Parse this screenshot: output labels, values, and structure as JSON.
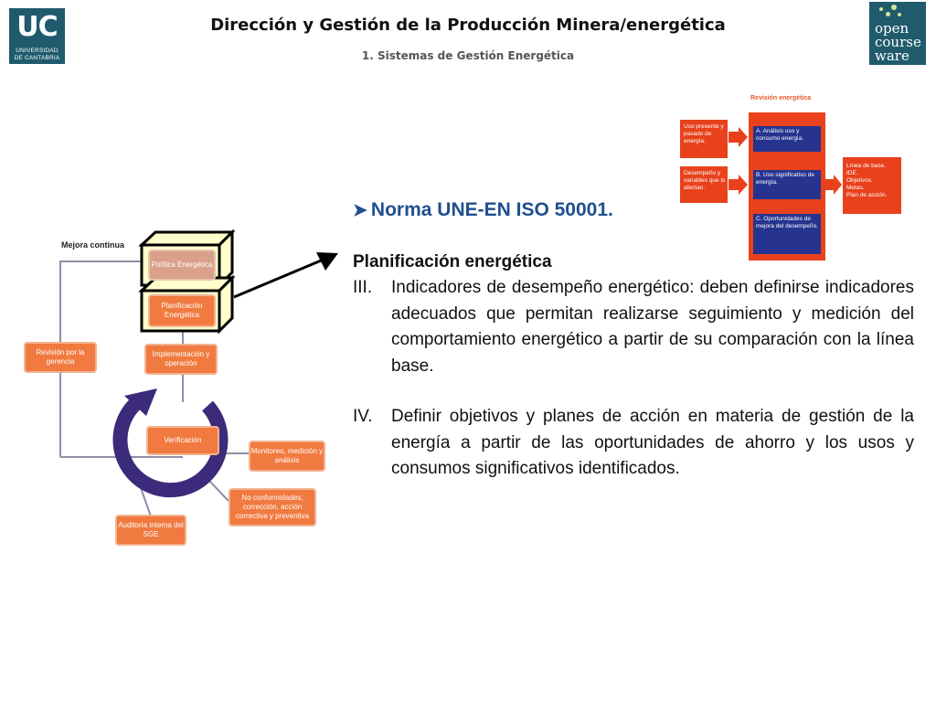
{
  "header": {
    "title": "Dirección y Gestión de la Producción Minera/energética",
    "subtitle": "1. Sistemas de Gestión Energética",
    "uc_logo": {
      "letters": "UC",
      "line1": "UNIVERSIDAD",
      "line2": "DE CANTABRIA"
    },
    "ocw_logo": {
      "line1": "open",
      "line2": "course",
      "line3": "ware"
    }
  },
  "cycle_diagram": {
    "mejora": "Mejora continua",
    "politica": "Política Energética",
    "planificacion": "Planificación Energética",
    "implementacion": "Implementación y operación",
    "verificacion": "Verificación",
    "revision": "Revisión por la gerencia",
    "monitoreo": "Monitoreo, medición y análisis",
    "no_conformidades": "No conformidades, corrección, acción correctiva y preventiva",
    "auditoria": "Auditoría interna del SGE"
  },
  "review_diagram": {
    "title": "Revisión energética",
    "input1": "Uso presente y pasado de energía.",
    "input2": "Desempeño y variables que lo afectan.",
    "step_a": "A. Análisis uso y consumo energía.",
    "step_b": "B. Uso significativo de energía.",
    "step_c": "C. Oportunidades de mejora del desempeño.",
    "outputs": [
      "Línea de base.",
      "IDE.",
      "Objetivos.",
      "Metas.",
      "Plan de acción."
    ]
  },
  "content": {
    "heading": "Norma UNE-EN ISO 50001.",
    "subheading": "Planificación energética",
    "items": [
      {
        "num": "III.",
        "text": "Indicadores de desempeño energético: deben definirse indicadores adecuados que permitan realizarse seguimiento y medición del comportamiento energético a partir de su comparación con la línea base."
      },
      {
        "num": "IV.",
        "text": "Definir objetivos y planes de acción en materia de gestión de la energía a partir de las oportunidades de ahorro y los usos y consumos significativos identificados."
      }
    ]
  },
  "colors": {
    "uc_blue": "#1f5b6d",
    "orange": "#f07a3f",
    "purple": "#3b2b7a",
    "heading_blue": "#1f4f8e",
    "mini_red": "#e8411c",
    "mini_blue": "#26348f"
  }
}
